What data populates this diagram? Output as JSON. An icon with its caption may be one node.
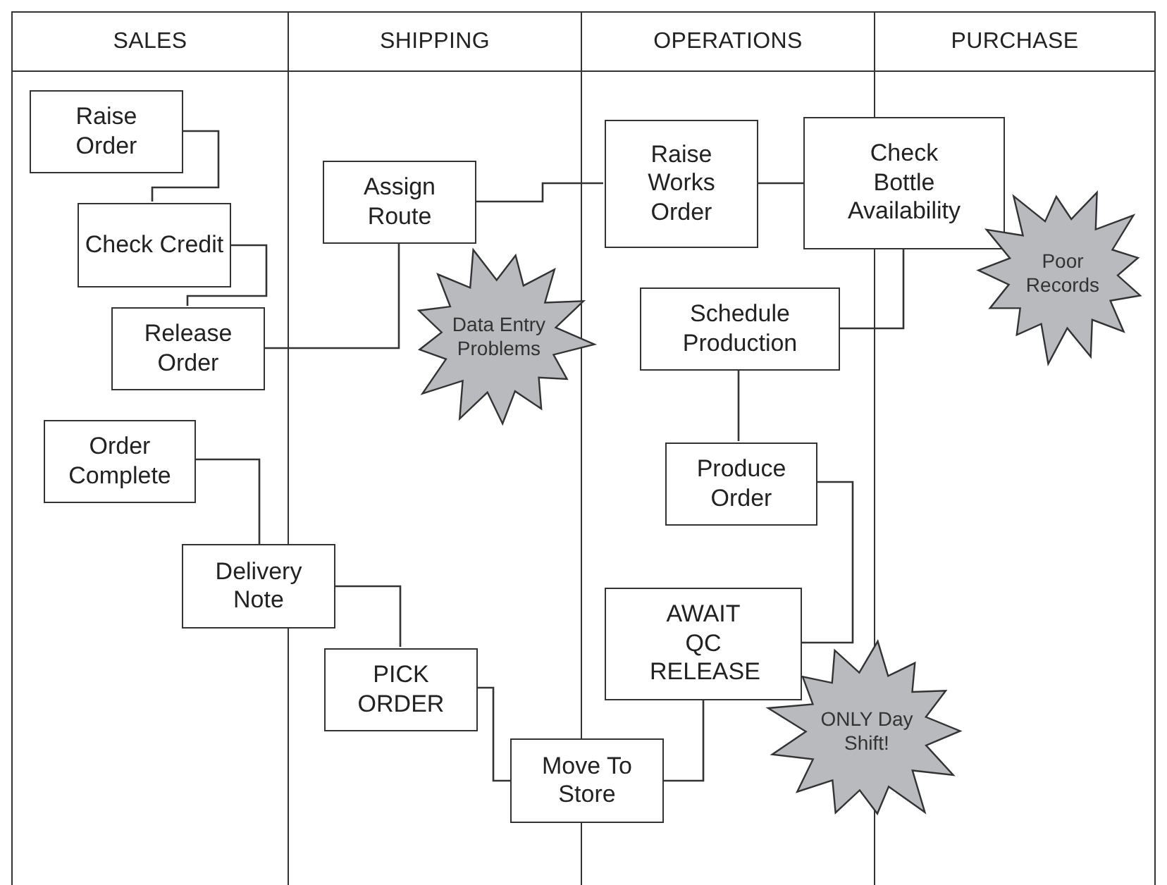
{
  "diagram": {
    "nodes": [
      {
        "text": [
          "SALES"
        ]
      },
      {
        "text": [
          "SHIPPING"
        ]
      },
      {
        "text": [
          "OPERATIONS"
        ]
      },
      {
        "text": [
          "PURCHASE"
        ]
      },
      {
        "text": [
          "Raise Order"
        ],
        "in": 0
      },
      {
        "text": [
          "Check Credit"
        ],
        "in": 0
      },
      {
        "text": [
          "Release Order"
        ],
        "in": 0
      },
      {
        "text": [
          "Assign Route"
        ],
        "in": 1
      },
      {
        "text": [
          "Data Entry Problems"
        ]
      },
      {
        "text": [
          "Raise Works Order"
        ],
        "in": 2
      },
      {
        "text": [
          "Check Bottle Availability"
        ]
      },
      {
        "text": [
          "Poor Records"
        ],
        "in": 3
      },
      {
        "text": [
          "Schedule Production"
        ],
        "in": 2
      },
      {
        "text": [
          "Order Complete"
        ],
        "in": 0
      },
      {
        "text": [
          "Produce Order"
        ],
        "in": 2
      },
      {
        "text": [
          "Delivery Note"
        ]
      },
      {
        "text": [
          "AWAIT QC RELEASE"
        ],
        "in": 2
      },
      {
        "text": [
          "PICK ORDER"
        ],
        "in": 1
      },
      {
        "text": [
          "ONLY Day Shift!"
        ]
      },
      {
        "text": [
          "Move To Store"
        ]
      }
    ],
    "edges": [
      {
        "from": 4,
        "to": 5,
        "arrow": "none"
      },
      {
        "from": 5,
        "to": 6,
        "arrow": "none"
      },
      {
        "from": 6,
        "to": 7,
        "arrow": "none"
      },
      {
        "from": 7,
        "to": 9,
        "arrow": "none"
      },
      {
        "from": 9,
        "to": 10,
        "arrow": "none"
      },
      {
        "from": 10,
        "to": 12,
        "arrow": "none"
      },
      {
        "from": 12,
        "to": 14,
        "arrow": "none"
      },
      {
        "from": 14,
        "to": 16,
        "arrow": "none"
      },
      {
        "from": 16,
        "to": 19,
        "arrow": "none"
      },
      {
        "from": 19,
        "to": 17,
        "arrow": "none"
      },
      {
        "from": 17,
        "to": 15,
        "arrow": "none"
      },
      {
        "from": 15,
        "to": 13,
        "arrow": "none"
      }
    ]
  }
}
